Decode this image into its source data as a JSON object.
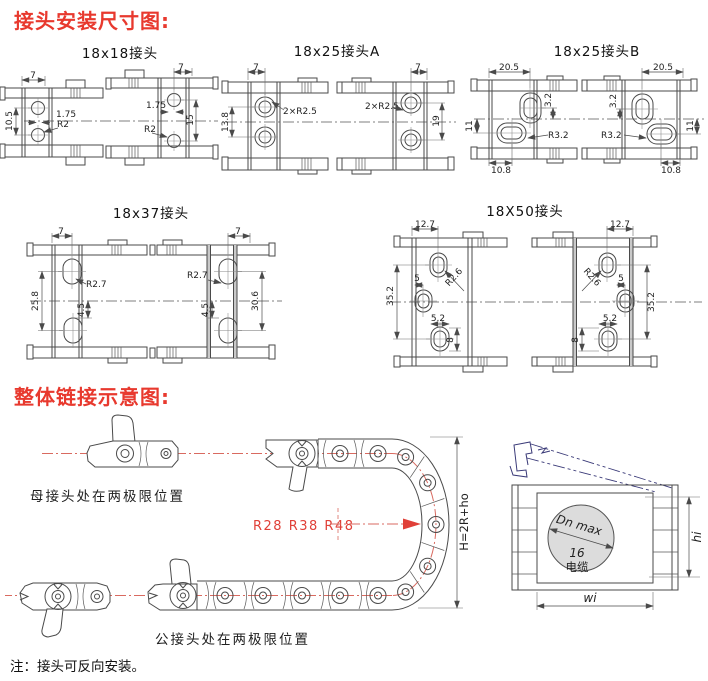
{
  "page": {
    "section1_title": "接头安装尺寸图:",
    "section2_title": "整体链接示意图:",
    "note": "注：接头可反向安装。",
    "colors": {
      "accent_red": "#e8392e",
      "centerline_red": "#d96a60",
      "drawing_line": "#4a4a4a",
      "lid_blue": "#3a3a78"
    }
  },
  "diagrams": {
    "d18x18": {
      "title": "18x18接头",
      "dims": {
        "w_l": "7",
        "h_l": "10.5",
        "off_l": "1.75",
        "r_l": "R2",
        "w_r": "7",
        "off_r": "1.75",
        "r_r": "R2",
        "h_r": "15"
      }
    },
    "d18x25a": {
      "title": "18x25接头A",
      "dims": {
        "w_l": "7",
        "h_l": "13.8",
        "r_l": "2×R2.5",
        "w_r": "7",
        "r_r": "2×R2.5",
        "h_r": "19"
      }
    },
    "d18x25b": {
      "title": "18x25接头B",
      "dims": {
        "w_l": "20.5",
        "off_l": "3.2",
        "h_l": "11",
        "r_l": "R3.2",
        "b_l": "10.8",
        "w_r": "20.5",
        "off_r": "3.2",
        "h_r": "11",
        "r_r": "R3.2",
        "b_r": "10.8"
      }
    },
    "d18x37": {
      "title": "18x37接头",
      "dims": {
        "w_l": "7",
        "h_l": "25.8",
        "r_l": "R2.7",
        "off_l": "4.5",
        "w_r": "7",
        "r_r": "R2.7",
        "off_r": "4.5",
        "h_r": "30.6"
      }
    },
    "d18x50": {
      "title": "18X50接头",
      "dims": {
        "w_l": "12.7",
        "h_l": "35.2",
        "g_l": "5",
        "r_l": "R2.6",
        "s_l": "5.2",
        "e_l": "8",
        "w_r": "12.7",
        "h_r": "35.2",
        "g_r": "5",
        "r_r": "R2.6",
        "s_r": "5.2",
        "e_r": "8"
      }
    }
  },
  "assembly": {
    "female_label": "母接头处在两极限位置",
    "male_label": "公接头处在两极限位置",
    "bend_radii": "R28 R38 R48",
    "height_formula": "H=2R+ho",
    "cross_section": {
      "dn_label": "Dn max",
      "dn_value": "16",
      "cable_label": "电缆",
      "hi_label": "hi",
      "wi_label": "wi"
    }
  }
}
